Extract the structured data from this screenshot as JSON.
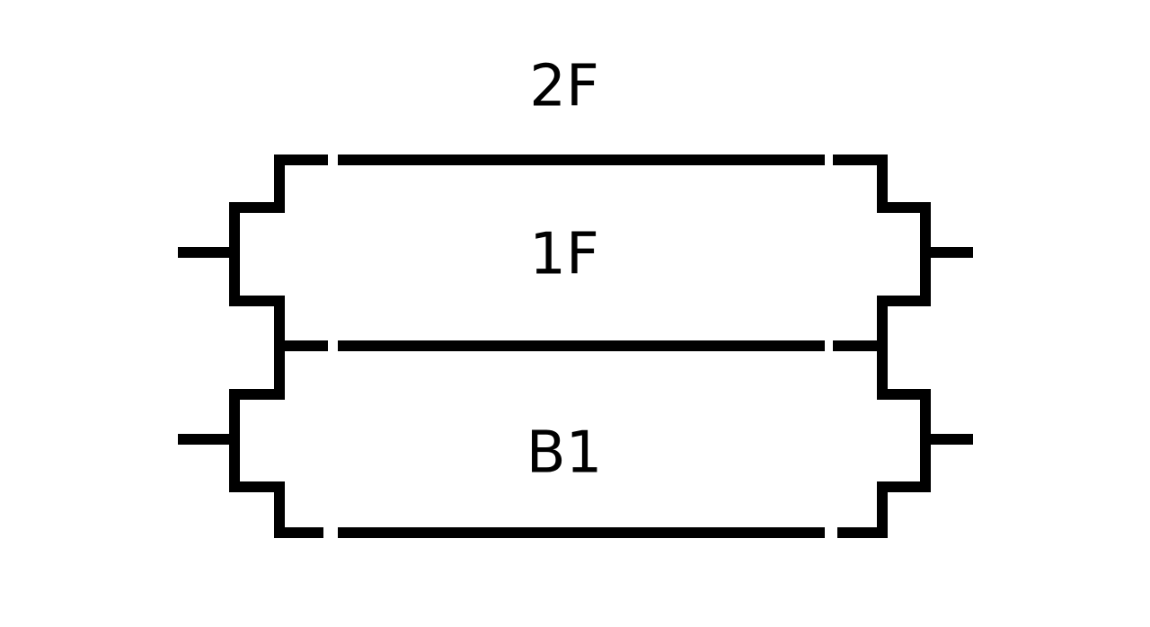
{
  "floors": [
    {
      "id": "2F",
      "label": "2F"
    },
    {
      "id": "1F",
      "label": "1F"
    },
    {
      "id": "B1",
      "label": "B1"
    }
  ],
  "colors": {
    "line": "#000000",
    "background": "#ffffff"
  }
}
